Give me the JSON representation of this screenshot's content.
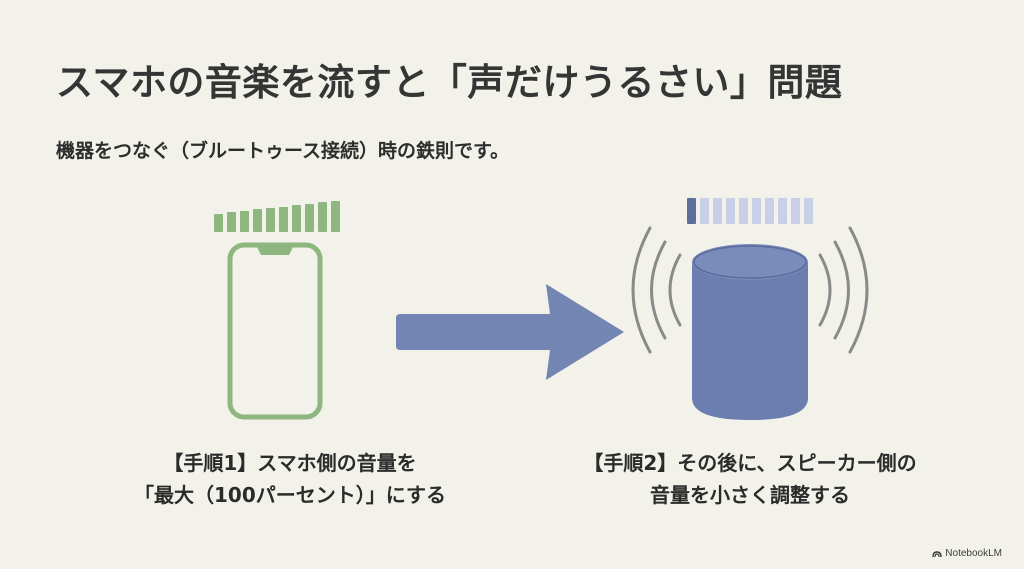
{
  "title": "スマホの音楽を流すと「声だけうるさい」問題",
  "subtitle": "機器をつなぐ（ブルートゥース接続）時の鉄則です。",
  "phone_volume": {
    "level": 1.0,
    "segments": 10,
    "color": "#8db77f"
  },
  "speaker_volume": {
    "level": 0.1,
    "segments": 10,
    "color_on": "#5b6f9d",
    "color_off": "#c7d0e6"
  },
  "step1": {
    "line1": "【手順1】スマホ側の音量を",
    "line2": "「最大（100パーセント）」にする"
  },
  "step2": {
    "line1": "【手順2】その後に、スピーカー側の",
    "line2": "音量を小さく調整する"
  },
  "brand": "NotebookLM",
  "colors": {
    "phone": "#8db77f",
    "arrow": "#7385b3",
    "speaker": "#6b7eb0",
    "waves": "#8a8a8a",
    "background": "#f3f2ea"
  },
  "icons": {
    "phone": "smartphone-icon",
    "arrow": "right-arrow-icon",
    "speaker": "speaker-icon",
    "waves": "sound-wave-icon",
    "brand": "notebooklm-logo-icon"
  }
}
